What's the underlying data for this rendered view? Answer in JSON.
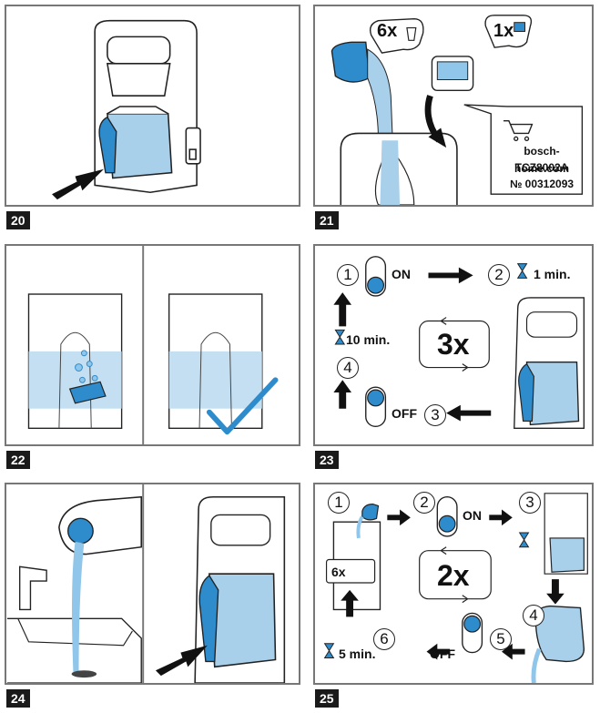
{
  "figures": {
    "f20": {
      "label": "20"
    },
    "f21": {
      "label": "21",
      "cup_count": "6x",
      "tab_count": "1x",
      "shop_url": "bosch-home.com",
      "product_code": "TCZ8002A",
      "article_no": "№ 00312093"
    },
    "f22": {
      "label": "22"
    },
    "f23": {
      "label": "23",
      "step1": "1",
      "step2": "2",
      "step3": "3",
      "step4": "4",
      "on_label": "ON",
      "off_label": "OFF",
      "wait_short": "1 min.",
      "wait_long": "10 min.",
      "repeat": "3x"
    },
    "f24": {
      "label": "24"
    },
    "f25": {
      "label": "25",
      "step1": "1",
      "step2": "2",
      "step3": "3",
      "step4": "4",
      "step5": "5",
      "step6": "6",
      "on_label": "ON",
      "off_label": "OFF",
      "cup_count": "6x",
      "wait": "5 min.",
      "repeat": "2x"
    }
  },
  "colors": {
    "water": "#a8d0ea",
    "water_dark": "#2f8ccc",
    "line": "#222222",
    "border": "#777777"
  }
}
